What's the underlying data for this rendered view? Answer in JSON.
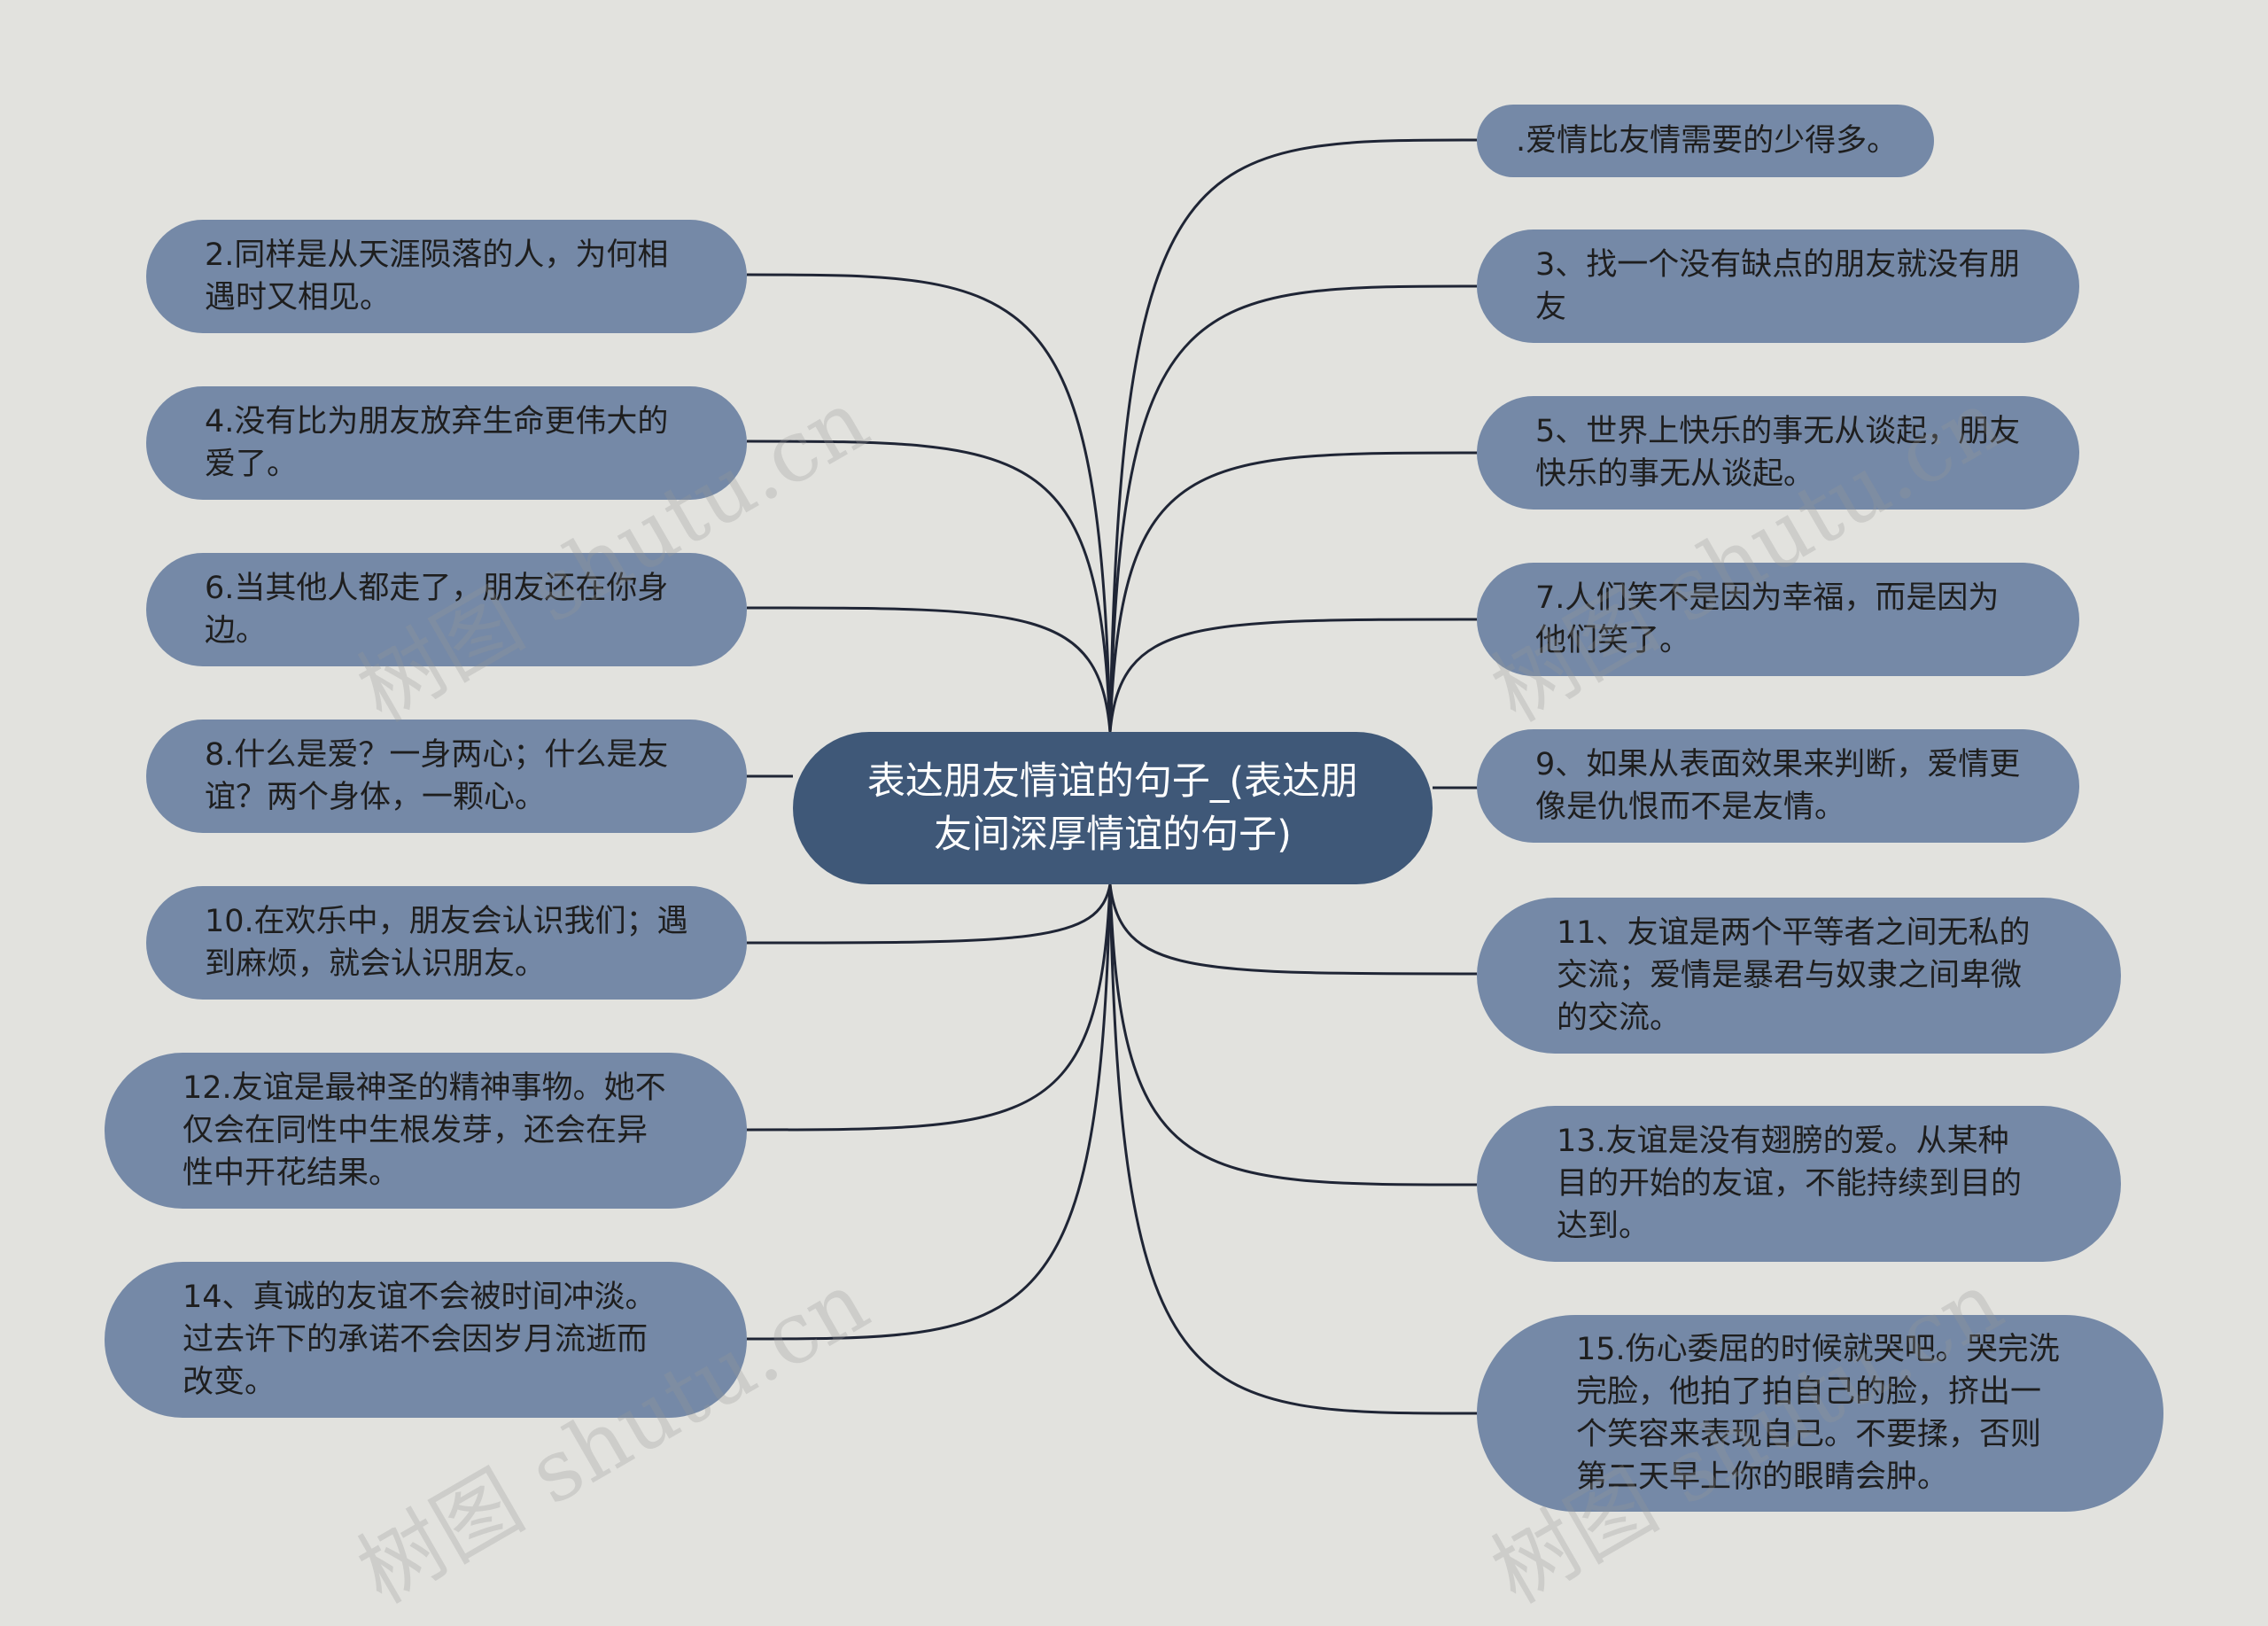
{
  "root": {
    "label": "表达朋友情谊的句子_(表达朋友间深厚情谊的句子)"
  },
  "left": [
    {
      "label": "2.同样是从天涯陨落的人，为何相遇时又相见。"
    },
    {
      "label": "4.没有比为朋友放弃生命更伟大的爱了。"
    },
    {
      "label": "6.当其他人都走了，朋友还在你身边。"
    },
    {
      "label": "8.什么是爱？一身两心；什么是友谊？两个身体，一颗心。"
    },
    {
      "label": "10.在欢乐中，朋友会认识我们；遇到麻烦，就会认识朋友。"
    },
    {
      "label": "12.友谊是最神圣的精神事物。她不仅会在同性中生根发芽，还会在异性中开花结果。"
    },
    {
      "label": "14、真诚的友谊不会被时间冲淡。过去许下的承诺不会因岁月流逝而改变。"
    }
  ],
  "right": [
    {
      "label": ".爱情比友情需要的少得多。"
    },
    {
      "label": "3、找一个没有缺点的朋友就没有朋友"
    },
    {
      "label": "5、世界上快乐的事无从谈起，朋友快乐的事无从谈起。"
    },
    {
      "label": "7.人们笑不是因为幸福，而是因为他们笑了。"
    },
    {
      "label": "9、如果从表面效果来判断，爱情更像是仇恨而不是友情。"
    },
    {
      "label": "11、友谊是两个平等者之间无私的交流；爱情是暴君与奴隶之间卑微的交流。"
    },
    {
      "label": "13.友谊是没有翅膀的爱。从某种目的开始的友谊，不能持续到目的达到。"
    },
    {
      "label": "15.伤心委屈的时候就哭吧。哭完洗完脸，他拍了拍自己的脸，挤出一个笑容来表现自己。不要揉，否则第二天早上你的眼睛会肿。"
    }
  ],
  "watermark": "树图 shutu.cn",
  "colors": {
    "background": "#e2e2de",
    "node": "#7589a7",
    "root": "#3f5878",
    "line": "#1f2535"
  }
}
